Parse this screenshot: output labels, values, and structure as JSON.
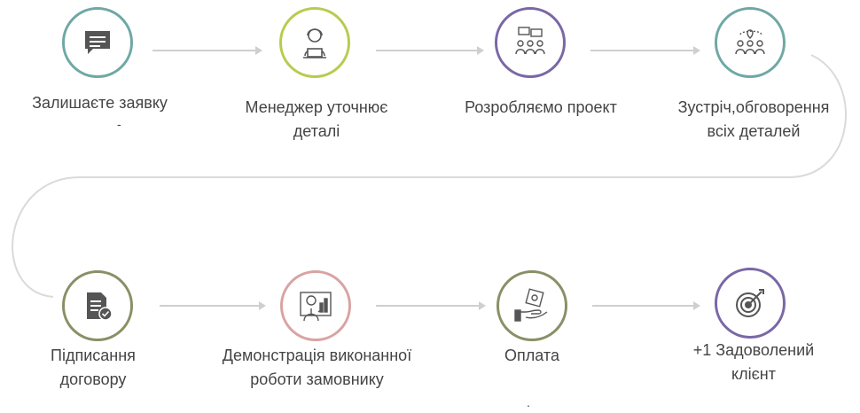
{
  "steps": [
    {
      "label_line1": "Залишаєте заявку",
      "label_line2": "",
      "color": "#6fa8a4",
      "icon": "chat-message-icon"
    },
    {
      "label_line1": "Менеджер уточнює",
      "label_line2": "деталі",
      "color": "#b7cc4d",
      "icon": "manager-headset-icon"
    },
    {
      "label_line1": "Розробляємо проект",
      "label_line2": "",
      "color": "#7a67a6",
      "icon": "team-discussion-icon"
    },
    {
      "label_line1": "Зустріч,обговорення",
      "label_line2": "всіх деталей",
      "color": "#6fa8a4",
      "icon": "meeting-location-icon"
    },
    {
      "label_line1": "Підписання",
      "label_line2": "договору",
      "color": "#8a8f66",
      "icon": "signed-document-icon"
    },
    {
      "label_line1": "Демонстрація виконанної",
      "label_line2": "роботи замовнику",
      "color": "#d9a3a3",
      "icon": "presentation-icon"
    },
    {
      "label_line1": "Оплата",
      "label_line2": "",
      "color": "#8a8f66",
      "icon": "payment-hand-icon"
    },
    {
      "label_line1": "+1 Задоволений",
      "label_line2": "клієнт",
      "color": "#7a67a6",
      "icon": "target-icon"
    }
  ],
  "marks": {
    "dash": "-",
    "dot": "."
  }
}
